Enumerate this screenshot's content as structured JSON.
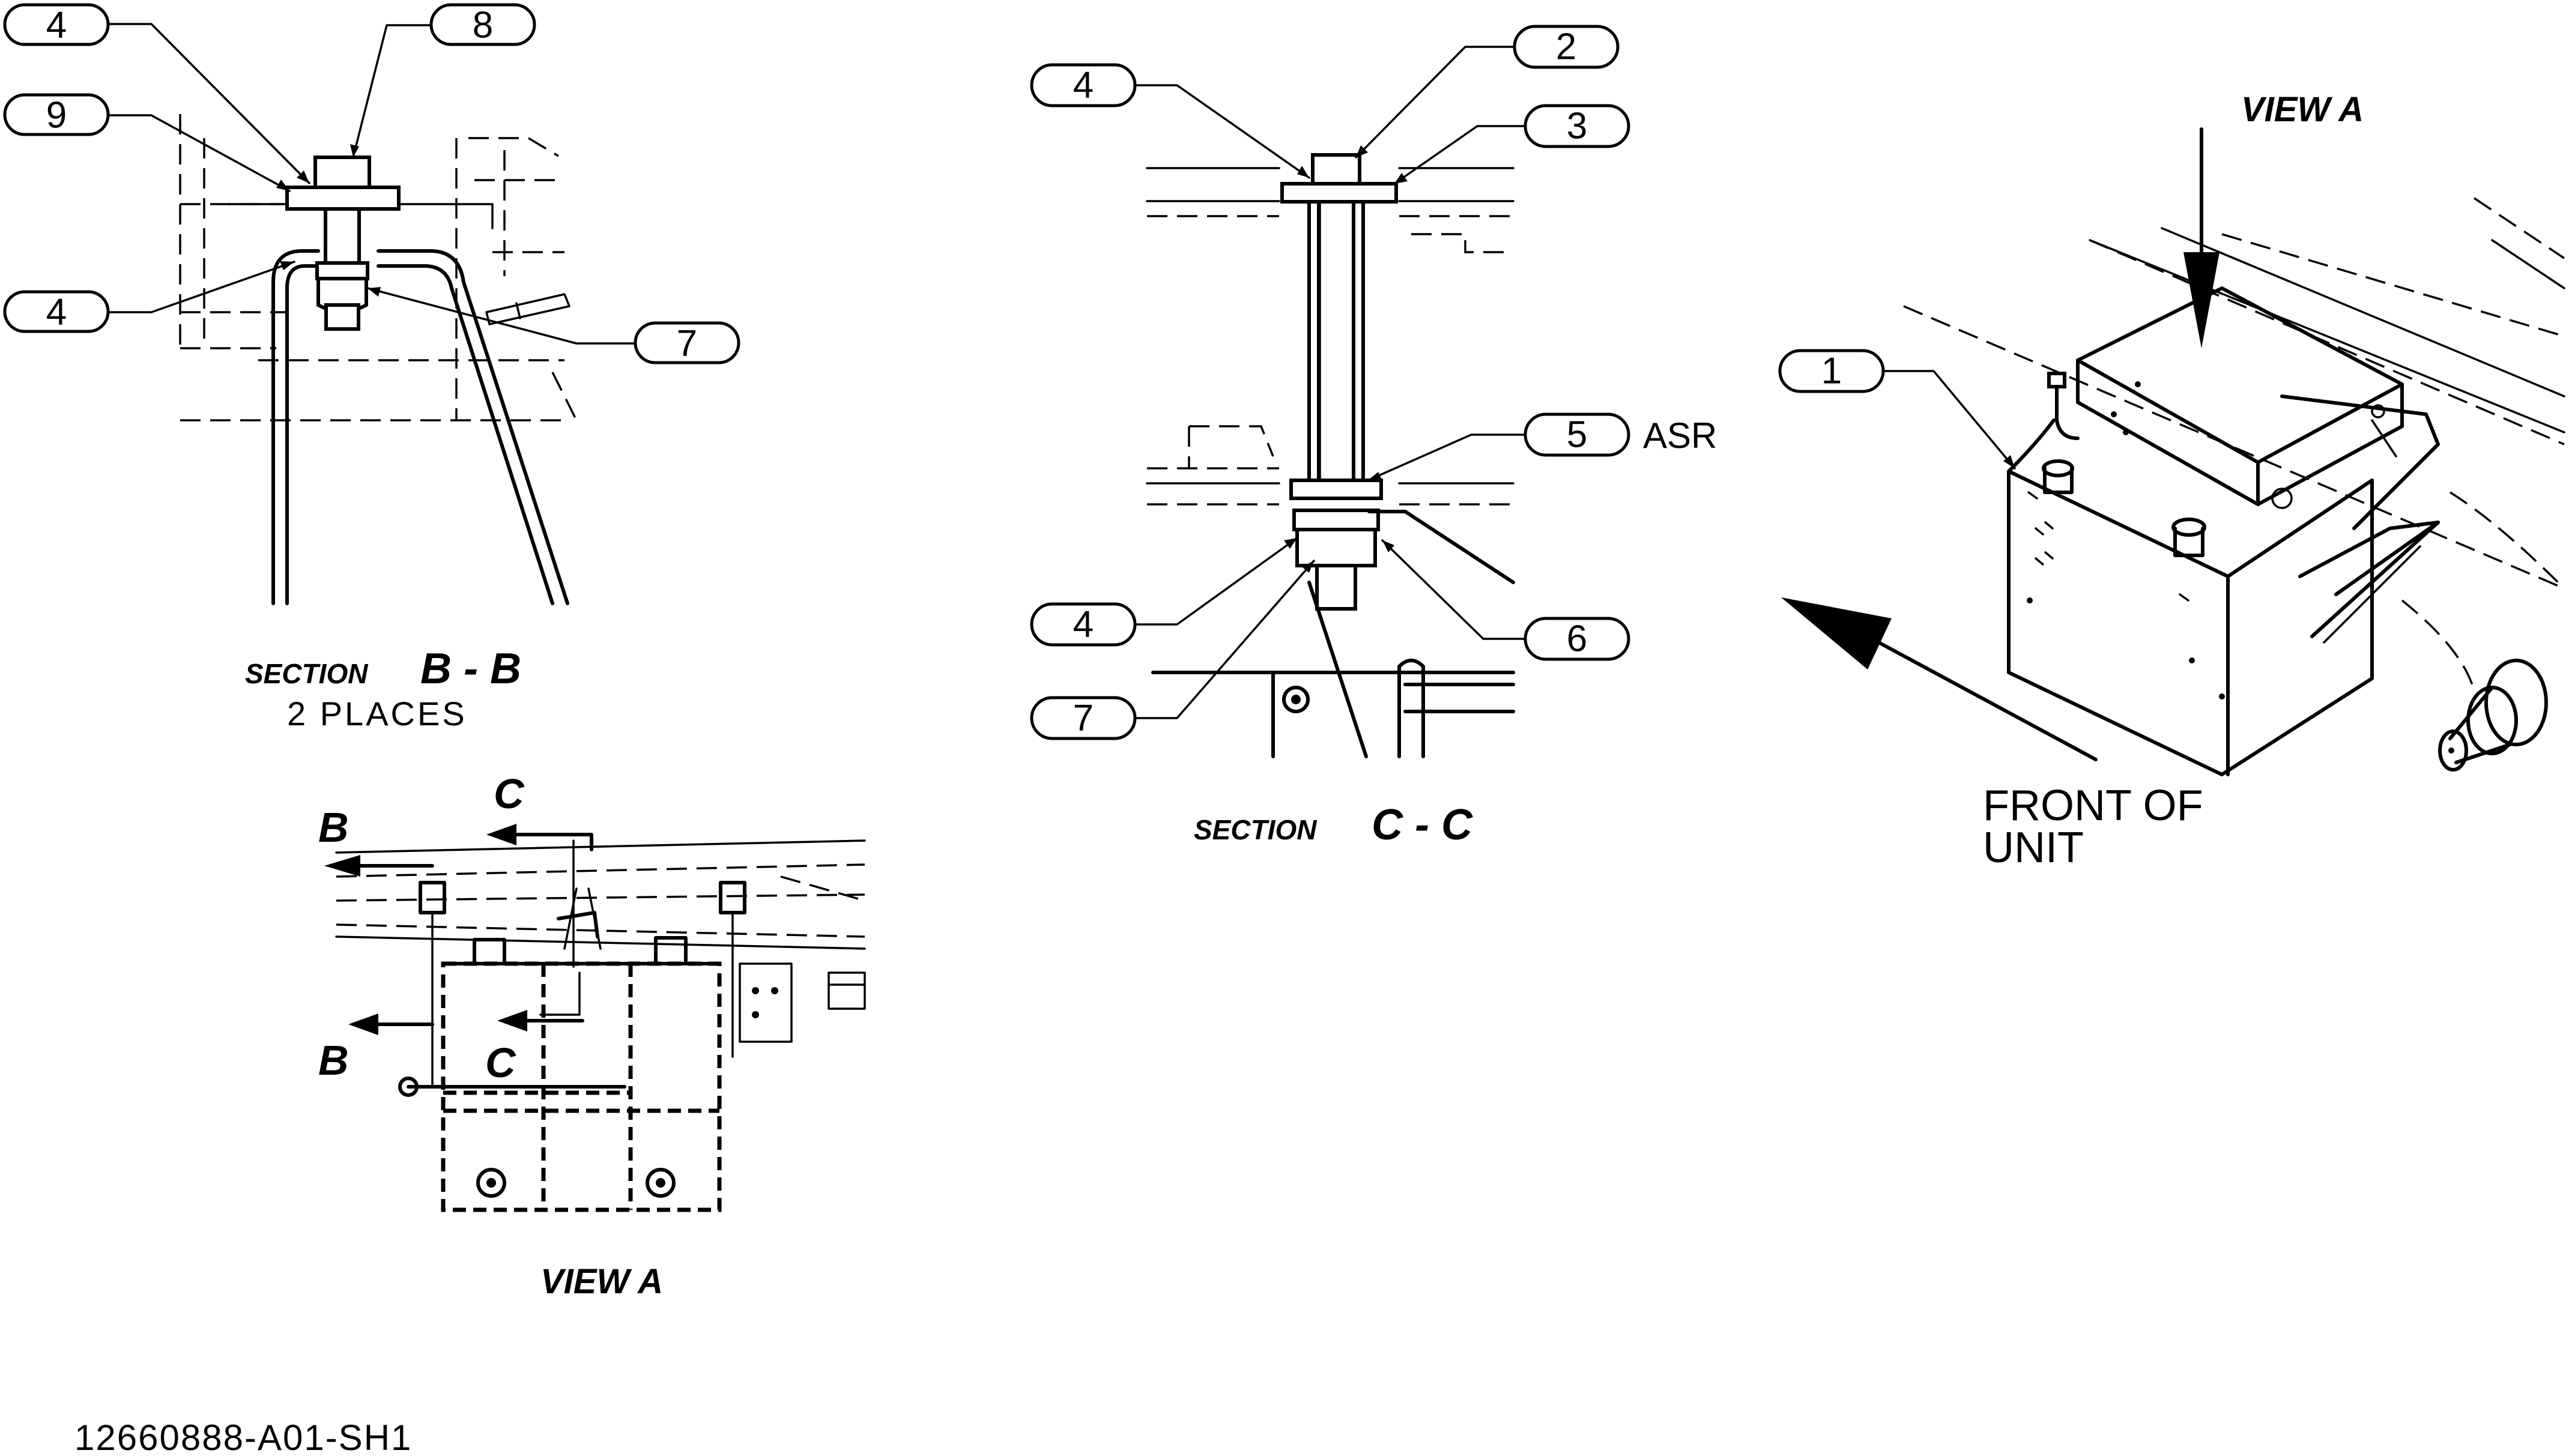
{
  "balloons": {
    "bb_4_top": "4",
    "bb_8": "8",
    "bb_9": "9",
    "bb_4_low": "4",
    "bb_7": "7",
    "cc_4_top": "4",
    "cc_2": "2",
    "cc_3": "3",
    "cc_5": "5",
    "cc_4_low": "4",
    "cc_6": "6",
    "cc_7": "7",
    "va_1": "1"
  },
  "notes": {
    "asr": "ASR",
    "front_of_unit_line1": "FRONT  OF",
    "front_of_unit_line2": "UNIT"
  },
  "titles": {
    "section_bb_prefix": "SECTION",
    "section_bb_letters": "B - B",
    "section_bb_sub": "2  PLACES",
    "section_cc_prefix": "SECTION",
    "section_cc_letters": "C - C",
    "view_a_iso": "VIEW  A",
    "view_a_plan": "VIEW  A"
  },
  "cut_markers": {
    "b_upper": "B",
    "b_lower": "B",
    "c_upper": "C",
    "c_lower": "C"
  },
  "drawing_number": "12660888-A01-SH1"
}
